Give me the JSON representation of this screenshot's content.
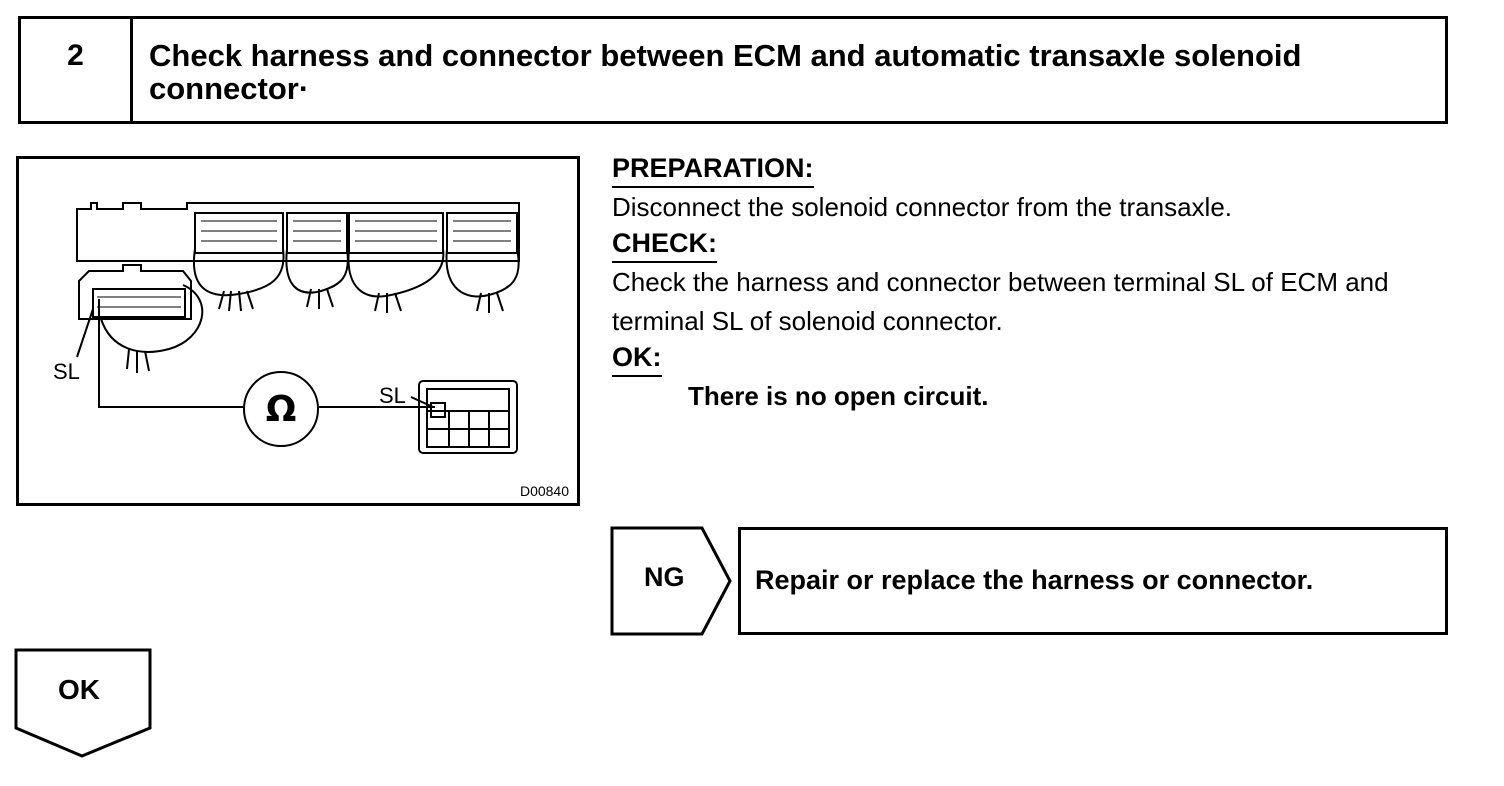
{
  "step": {
    "number": "2",
    "title": "Check harness and connector between ECM and automatic transaxle solenoid connector·"
  },
  "figure": {
    "label_sl_ecm": "SL",
    "label_sl_solenoid": "SL",
    "ohm_symbol": "Ω",
    "figure_code": "D00840"
  },
  "procedure": {
    "preparation_heading": "PREPARATION:",
    "preparation_text": "Disconnect the solenoid connector from the transaxle.",
    "check_heading": "CHECK:",
    "check_text": "Check the harness and connector between terminal SL of ECM and terminal SL of solenoid connector.",
    "ok_heading": "OK:",
    "ok_text": "There is no open circuit."
  },
  "ng_branch": {
    "label": "NG",
    "action": "Repair or replace the harness or connector."
  },
  "ok_branch": {
    "label": "OK"
  }
}
